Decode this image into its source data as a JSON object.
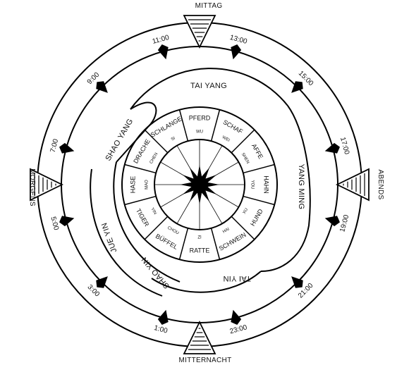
{
  "cardinal": {
    "top": "MITTAG",
    "bottom": "MITTERNACHT",
    "left": "MORGENS",
    "right": "ABENDS"
  },
  "hours": [
    "11:00",
    "13:00",
    "15:00",
    "17:00",
    "19:00",
    "21:00",
    "23:00",
    "1:00",
    "3:00",
    "5:00",
    "7:00",
    "9:00"
  ],
  "meridians": {
    "tai_yang": "TAI YANG",
    "shao_yang": "SHAO YANG",
    "yang_ming": "YANG MING",
    "tai_yin": "TAI YIN",
    "shao_yin": "SHAO YIN",
    "jue_yin": "JUE YIN"
  },
  "animals": [
    "PFERD",
    "SCHAF",
    "AFFE",
    "HAHN",
    "HUND",
    "SCHWEIN",
    "RATTE",
    "BÜFFEL",
    "TIGER",
    "HASE",
    "DRACHE",
    "SCHLANGE"
  ],
  "branches": [
    "WU",
    "WEI",
    "SHEN",
    "YOU",
    "XU",
    "HAI",
    "ZI",
    "CHOU",
    "YIN",
    "MAO",
    "CHEN",
    "SI"
  ]
}
